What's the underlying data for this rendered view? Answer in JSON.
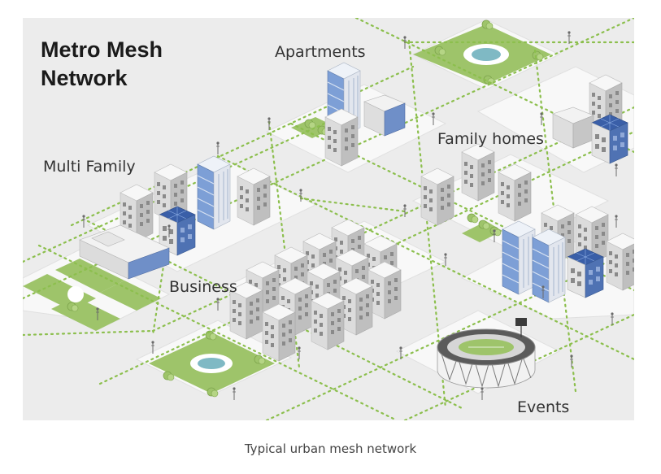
{
  "figure": {
    "title_line1": "Metro Mesh",
    "title_line2": "Network",
    "labels": {
      "apartments": "Apartments",
      "family_homes": "Family homes",
      "multi_family": "Multi Family",
      "business": "Business",
      "events": "Events"
    },
    "colors": {
      "background": "#ececec",
      "block": "#f8f8f8",
      "park": "#9ec46a",
      "pond": "#7fb9c4",
      "mesh_link": "#8cbf4d",
      "building_light": "#f2f2f2",
      "building_side": "#c9c9c9",
      "glass": "#5b86c8",
      "solar": "#3a5fa8"
    },
    "icons": [
      "mesh-node-antenna-icon",
      "solar-panel-icon",
      "stadium-icon",
      "tree-icon"
    ]
  },
  "caption": "Typical urban mesh network"
}
